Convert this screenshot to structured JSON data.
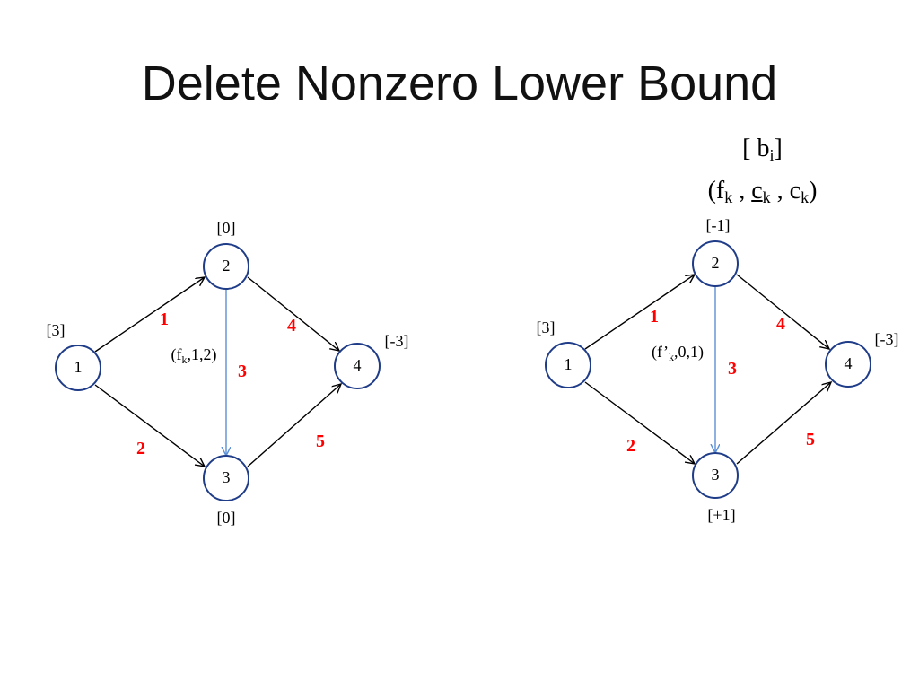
{
  "slide": {
    "title": "Delete Nonzero Lower Bound"
  },
  "legend": {
    "line1_open": "[ b",
    "line1_sub": "i",
    "line1_close": "]",
    "line2_open": "(f",
    "line2_sub1": "k",
    "line2_sep1": " , ",
    "line2_c": "c",
    "line2_sub2": "k",
    "line2_sep2": " , c",
    "line2_sub3": "k",
    "line2_close": ")"
  },
  "left_graph": {
    "nodes": [
      "1",
      "2",
      "3",
      "4"
    ],
    "supplies": {
      "n1": "[3]",
      "n2": "[0]",
      "n3": "[0]",
      "n4": "[-3]"
    },
    "edge_labels": {
      "e12": "1",
      "e13": "2",
      "e23": "3",
      "e24": "4",
      "e34": "5"
    },
    "flow": {
      "prefix": "(f",
      "sub": "k",
      "suffix": ",1,2)"
    }
  },
  "right_graph": {
    "nodes": [
      "1",
      "2",
      "3",
      "4"
    ],
    "supplies": {
      "n1": "[3]",
      "n2": "[-1]",
      "n3": "[+1]",
      "n4": "[-3]"
    },
    "edge_labels": {
      "e12": "1",
      "e13": "2",
      "e23": "3",
      "e24": "4",
      "e34": "5"
    },
    "flow": {
      "prefix": "(f’",
      "sub": "k",
      "suffix": ",0,1)"
    }
  },
  "colors": {
    "node_stroke": "#1f3c88",
    "edge": "#000000",
    "highlight_edge": "#5b8fd6",
    "edge_label": "#ff0000"
  }
}
